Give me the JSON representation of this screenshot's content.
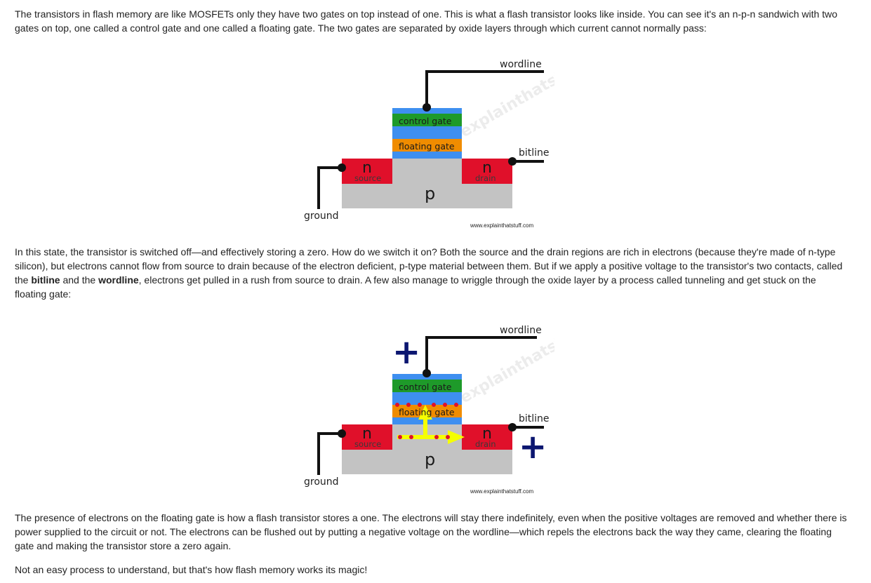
{
  "paragraphs": {
    "p1": "The transistors in flash memory are like MOSFETs only they have two gates on top instead of one. This is what a flash transistor looks like inside. You can see it's an n-p-n sandwich with two gates on top, one called a control gate and one called a floating gate. The two gates are separated by oxide layers through which current cannot normally pass:",
    "p2_a": "In this state, the transistor is switched off—and effectively storing a zero. How do we switch it on? Both the source and the drain regions are rich in electrons (because they're made of n-type silicon), but electrons cannot flow from source to drain because of the electron deficient, p-type material between them. But if we apply a positive voltage to the transistor's two contacts, called the ",
    "p2_bitline": "bitline",
    "p2_b": " and the ",
    "p2_wordline": "wordline",
    "p2_c": ", electrons get pulled in a rush from source to drain. A few also manage to wriggle through the oxide layer by a process called tunneling and get stuck on the floating gate:",
    "p3": "The presence of electrons on the floating gate is how a flash transistor stores a one. The electrons will stay there indefinitely, even when the positive voltages are removed and whether there is power supplied to the circuit or not. The electrons can be flushed out by putting a negative voltage on the wordline—which repels the electrons back the way they came, clearing the floating gate and making the transistor store a zero again.",
    "p4": "Not an easy process to understand, but that's how flash memory works its magic!"
  },
  "figure1": {
    "wordline": "wordline",
    "bitline": "bitline",
    "ground": "ground",
    "control_gate": "control gate",
    "floating_gate": "floating gate",
    "n_left": "n",
    "n_right": "n",
    "source": "source",
    "drain": "drain",
    "p": "p",
    "url": "www.explainthatstuff.com",
    "watermark": "explainthatstuff.com"
  },
  "figure2": {
    "wordline": "wordline",
    "bitline": "bitline",
    "ground": "ground",
    "control_gate": "control gate",
    "floating_gate": "floating gate",
    "n_left": "n",
    "n_right": "n",
    "source": "source",
    "drain": "drain",
    "p": "p",
    "plus_top": "+",
    "plus_right": "+",
    "url": "www.explainthatstuff.com",
    "watermark": "explainthatstuff.com"
  },
  "colors": {
    "n_region": "#e0102a",
    "p_region": "#c3c3c3",
    "oxide": "#3e8ff0",
    "control_gate": "#1e9a2a",
    "floating_gate": "#f08c00",
    "plus": "#0b1670",
    "arrow": "#f5ff00",
    "electron": "#e0102a"
  }
}
